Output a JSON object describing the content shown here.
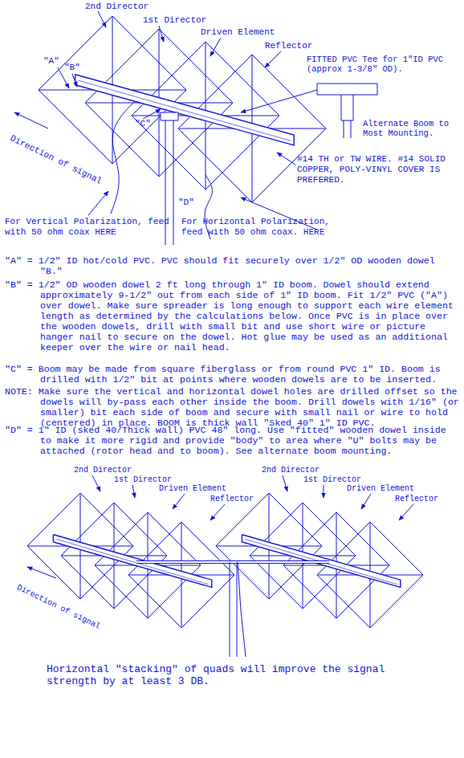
{
  "diagram": {
    "labels": [
      "2nd Director",
      "1st Director",
      "Driven Element",
      "Reflector",
      "FITTED PVC Tee for 1\"ID PVC (approx 1-3/8\" OD).",
      "\"A\"",
      "\"B\"",
      "\"C\"",
      "\"D\"",
      "Alternate Boom to Most Mounting.",
      "#14 TH or TW WIRE. #14 SOLID COPPER, POLY-VINYL COVER IS PREFERED.",
      "Direction of signal",
      "For Vertical Polarization, feed with 50 ohm coax HERE",
      "For Horizontal Polarization, feed with 50 ohm coax. HERE",
      "\"A\" = 1/2\" ID hot/cold PVC. PVC should fit securely over 1/2\" OD wooden dowel \"B.\"",
      "\"B\" = 1/2\" OD wooden dowel 2 ft long through 1\" ID boom. Dowel should extend approximately 9-1/2\" out from each side of 1\" ID boom. Fit 1/2\" PVC (\"A\") over dowel. Make sure spreader is long enough to support each wire element length as determined by the calculations below. Once PVC is in place over the wooden dowels, drill with small bit and use short wire or picture hanger nail to secure on the dowel. Hot glue may be used as an additional keeper over the wire or nail head.",
      "\"C\" = Boom may be made from square fiberglass or from round PVC 1\" ID. Boom is drilled with 1/2\" bit at points where wooden dowels are to be inserted.",
      "NOTE: Make sure the vertical and horizontal dowel holes are drilled offset so the dowels will by-pass each other inside the boom. Drill dowels with 1/16\" (or smaller) bit each side of boom and secure with small nail or wire to hold (centered) in place. BOOM is thick wall \"Sked 40\" 1\" ID PVC.",
      "\"D\" = 1\" ID (sked 40/Thick wall) PVC 48\" long. Use \"fitted\" wooden dowel inside to make it more rigid and provide \"body\" to area where \"U\" bolts may be attached (rotor head and to boom). See alternate boom mounting.",
      "2nd Director",
      "1st Director",
      "Driven Element",
      "Reflector",
      "2nd Director",
      "1st Director",
      "Driven Element",
      "Reflector",
      "Direction of signal",
      "Horizontal \"stacking\" of quads will improve the signal strength by at least 3 DB."
    ]
  }
}
